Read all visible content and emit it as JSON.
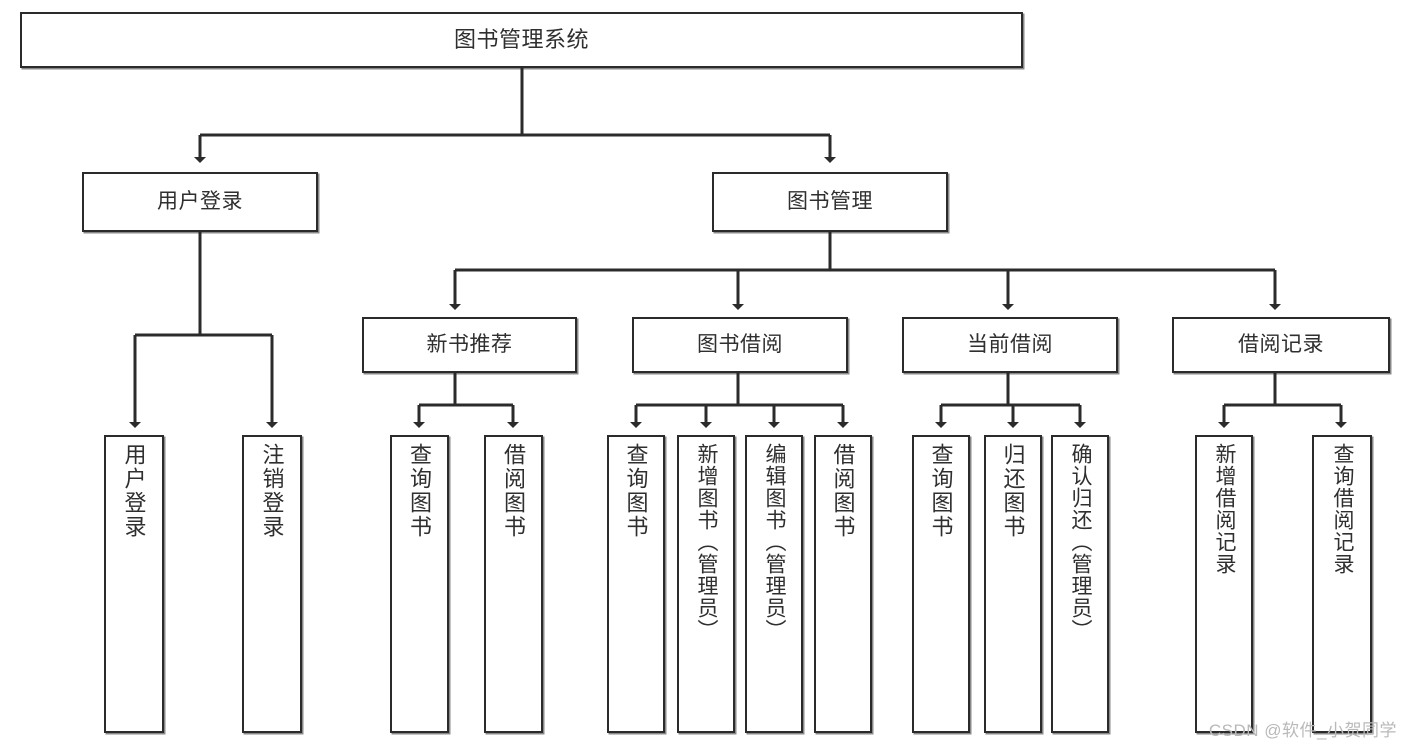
{
  "diagram": {
    "type": "tree",
    "title": "图书管理系统",
    "watermark": "CSDN @软件_小贺同学",
    "colors": {
      "stroke": "#2b2b2b",
      "fill": "#ffffff",
      "text": "#2f2f2f",
      "watermark": "#b9b9b9"
    },
    "root": {
      "label": "图书管理系统"
    },
    "level2": [
      {
        "label": "用户登录"
      },
      {
        "label": "图书管理"
      }
    ],
    "level3": [
      {
        "label": "新书推荐"
      },
      {
        "label": "图书借阅"
      },
      {
        "label": "当前借阅"
      },
      {
        "label": "借阅记录"
      }
    ],
    "leaves": {
      "user_login": [
        {
          "label": "用户登录"
        },
        {
          "label": "注销登录"
        }
      ],
      "new_book": [
        {
          "label": "查询图书"
        },
        {
          "label": "借阅图书"
        }
      ],
      "book_borrow": [
        {
          "label": "查询图书"
        },
        {
          "label": "新增图书（管理员）"
        },
        {
          "label": "编辑图书（管理员）"
        },
        {
          "label": "借阅图书"
        }
      ],
      "current_borrow": [
        {
          "label": "查询图书"
        },
        {
          "label": "归还图书"
        },
        {
          "label": "确认归还（管理员）"
        }
      ],
      "borrow_record": [
        {
          "label": "新增借阅记录"
        },
        {
          "label": "查询借阅记录"
        }
      ]
    }
  }
}
